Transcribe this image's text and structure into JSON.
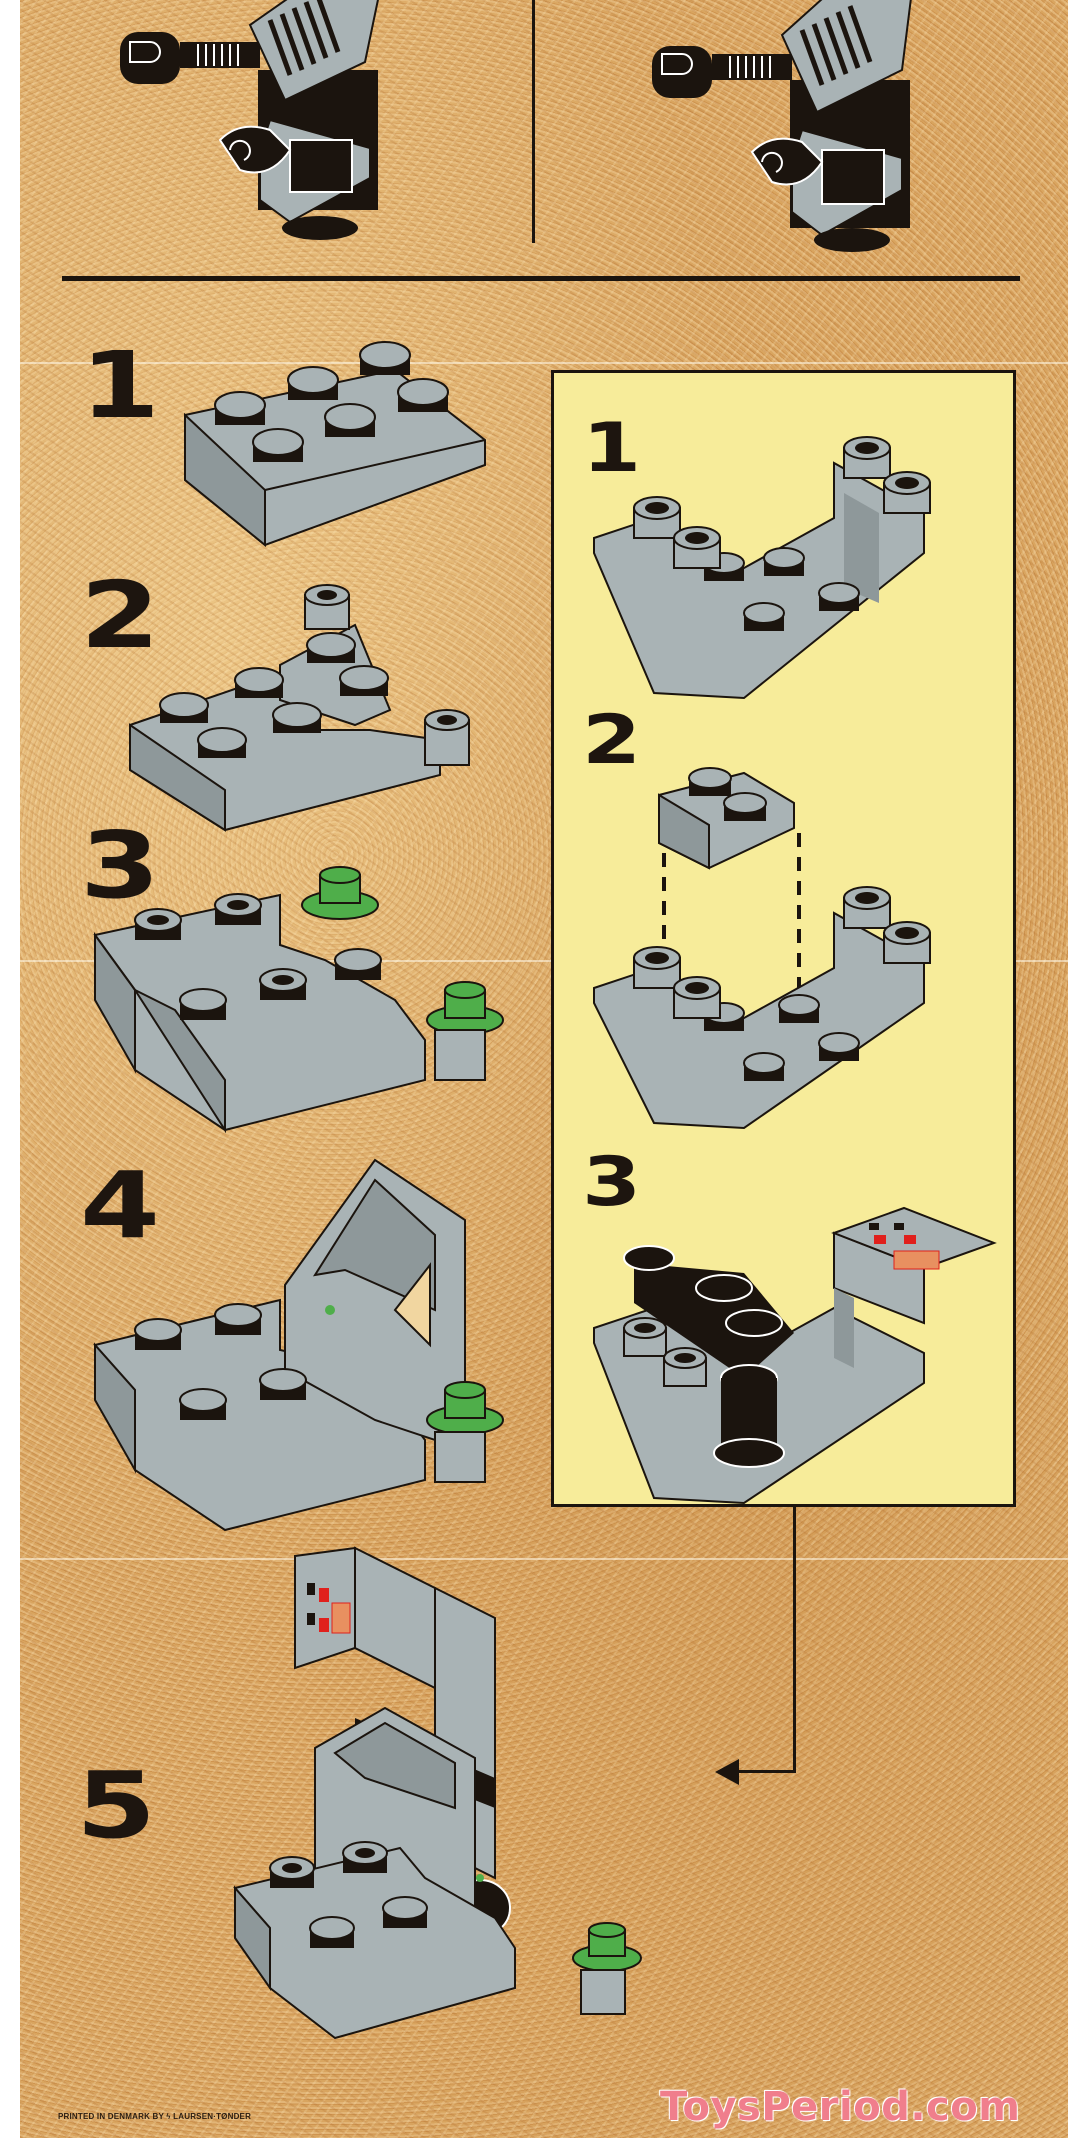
{
  "page": {
    "type": "LEGO building instructions page",
    "colors": {
      "background_sand": "#dcaa68",
      "sub_panel_yellow": "#f7ec9a",
      "brick_gray": "#a9b3b5",
      "brick_gray_shadow": "#8e989a",
      "stud_black": "#1b140e",
      "plate_green": "#4fae4a",
      "tile_red": "#e0201c",
      "outline": "#1b140e"
    }
  },
  "top_section": {
    "panels": [
      {
        "name": "previous-model-view-left",
        "description": "Robot droid figure with grille and claw arm"
      },
      {
        "name": "previous-model-view-right",
        "description": "Robot droid figure with grille and claw arm (alternate)"
      }
    ]
  },
  "main_steps": [
    {
      "number": "1",
      "description": "2x3 light gray plate"
    },
    {
      "number": "2",
      "description": "Add plate with arm and tube pivot"
    },
    {
      "number": "3",
      "description": "Add inverted slope and two green round plates"
    },
    {
      "number": "4",
      "description": "Add gray support bracket"
    },
    {
      "number": "5",
      "description": "Attach sub-assembly (computer console) to complete model"
    }
  ],
  "sub_assembly": {
    "steps": [
      {
        "number": "1",
        "description": "Double inverted slope 2x4 gray"
      },
      {
        "number": "2",
        "description": "Add 1x2 gray plate (dashed guide lines)"
      },
      {
        "number": "3",
        "description": "Add black hinge and printed computer panel"
      }
    ]
  },
  "footer": {
    "print_credit": "PRINTED IN DENMARK BY",
    "printer_logo": "lightning-logo",
    "printer_name": "LAURSEN·TØNDER",
    "watermark": "ToysPeriod.com"
  }
}
